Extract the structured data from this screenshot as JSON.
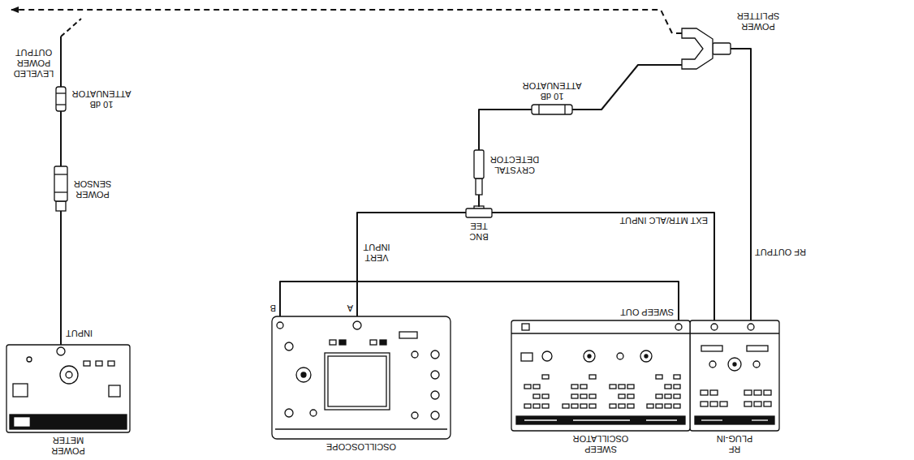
{
  "diagram": {
    "nodes": [
      {
        "text": [
          "SWEEP OSCILLATOR"
        ]
      },
      {
        "text": [
          "RF PLUG-IN"
        ]
      },
      {
        "text": [
          "OSCILLOSCOPE"
        ]
      },
      {
        "text": [
          "POWER METER"
        ]
      },
      {
        "text": [
          "BNC TEE"
        ]
      },
      {
        "text": [
          "CRYSTAL DETECTOR"
        ]
      },
      {
        "text": [
          "10 dB ATTENUATOR"
        ]
      },
      {
        "text": [
          "POWER SPLITTER"
        ]
      },
      {
        "text": [
          "POWER SENSOR"
        ]
      },
      {
        "text": [
          "10 dB ATTENUATOR"
        ]
      }
    ],
    "edges": [
      {
        "from": 1,
        "to": 7,
        "arrow": "none"
      },
      {
        "from": 7,
        "to": 6,
        "arrow": "none"
      },
      {
        "from": 6,
        "to": 5,
        "arrow": "none"
      },
      {
        "from": 5,
        "to": 4,
        "arrow": "none"
      },
      {
        "from": 4,
        "to": 2,
        "arrow": "none"
      },
      {
        "from": 4,
        "to": 1,
        "arrow": "none"
      },
      {
        "from": 0,
        "to": 2,
        "arrow": "none"
      },
      {
        "from": 7,
        "to": 9,
        "arrow": "to"
      },
      {
        "from": 9,
        "to": 8,
        "arrow": "none"
      },
      {
        "from": 8,
        "to": 3,
        "arrow": "none"
      }
    ],
    "labels": [
      "SWEEP OUT",
      "RF OUTPUT",
      "EXT MTR/ALC INPUT",
      "A",
      "B",
      "VERT INPUT",
      "INPUT",
      "LEVELED POWER OUTPUT"
    ]
  }
}
